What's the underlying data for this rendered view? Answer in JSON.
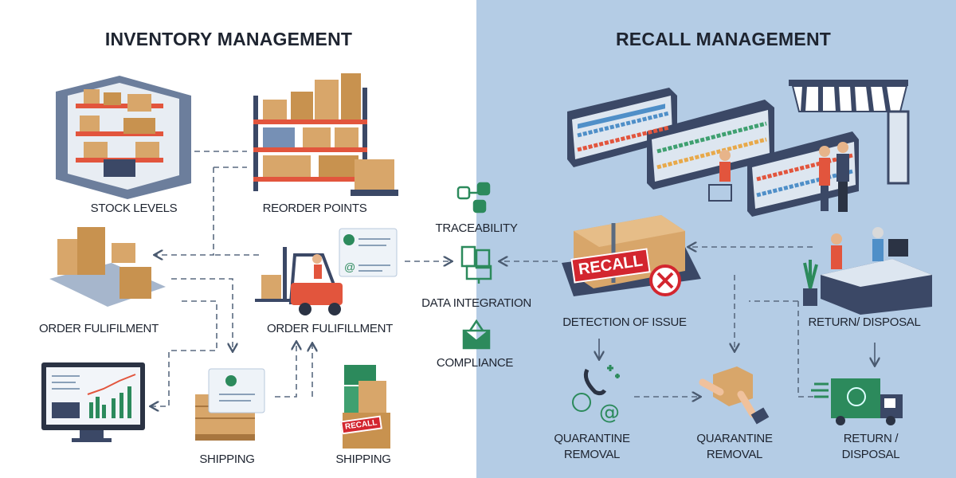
{
  "titles": {
    "left": "INVENTORY MANAGEMENT",
    "right": "RECALL MANAGEMENT"
  },
  "left_labels": {
    "stock_levels": "STOCK LEVELS",
    "reorder_points": "REORDER POINTS",
    "order_fulfilment_1": "ORDER FULIFILMENT",
    "order_fulfilment_2": "ORDER FULIFILLMENT",
    "shipping_1": "SHIPPING",
    "shipping_2": "SHIPPING"
  },
  "center_labels": {
    "traceability": "TRACEABILITY",
    "data_integration": "DATA INTEGRATION",
    "compliance": "COMPLIANCE"
  },
  "right_labels": {
    "detection": "DETECTION OF ISSUE",
    "return_disposal_top": "RETURN/ DISPOSAL",
    "quarantine_1": [
      "QUARANTINE",
      "REMOVAL"
    ],
    "quarantine_2": [
      "QUARANTINE",
      "REMOVAL"
    ],
    "return_disposal_bottom": [
      "RETURN /",
      "DISPOSAL"
    ]
  },
  "badges": {
    "big_recall": "RECALL",
    "small_recall": "RECALL"
  },
  "colors": {
    "left_bg": "#ffffff",
    "right_bg": "#b4cce5",
    "box": "#d8a66a",
    "shelf": "#3b4866",
    "accent_green": "#2c8a5c",
    "recall_red": "#d3262f",
    "forklift": "#e2553d"
  }
}
